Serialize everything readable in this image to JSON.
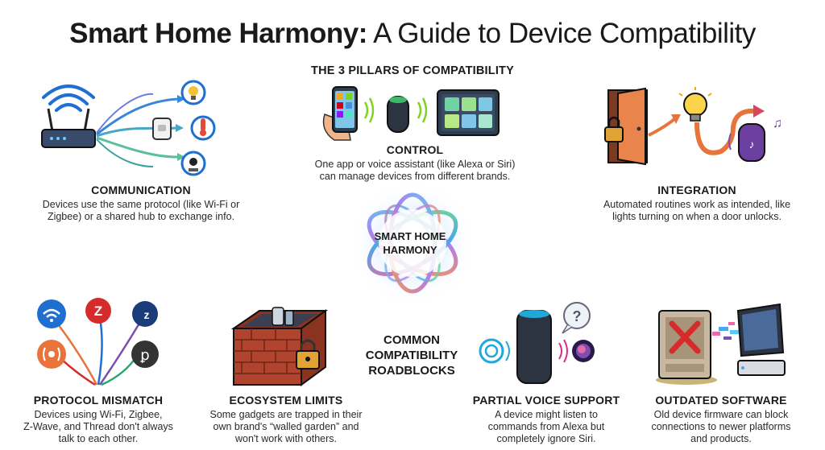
{
  "title": {
    "bold": "Smart Home Harmony:",
    "rest": " A Guide to Device Compatibility"
  },
  "pillars_heading": "THE 3 PILLARS OF COMPATIBILITY",
  "pillars": [
    {
      "name": "COMMUNICATION",
      "lines": [
        "Devices use the same protocol (like Wi-Fi or",
        "Zigbee) or a shared hub to exchange info."
      ],
      "icon": "router-network-icon"
    },
    {
      "name": "CONTROL",
      "lines": [
        "One app or voice assistant (like Alexa or Siri)",
        "can manage devices from different brands."
      ],
      "icon": "phone-speaker-icon"
    },
    {
      "name": "INTEGRATION",
      "lines": [
        "Automated routines work as intended, like",
        "lights turning on when a door unlocks."
      ],
      "icon": "door-bulb-speaker-icon"
    }
  ],
  "center": {
    "line1": "SMART HOME",
    "line2": "HARMONY"
  },
  "roadblocks_heading": {
    "line1": "COMMON",
    "line2": "COMPATIBILITY",
    "line3": "ROADBLOCKS"
  },
  "roadblocks": [
    {
      "name": "PROTOCOL MISMATCH",
      "lines": [
        "Devices using Wi-Fi, Zigbee,",
        "Z-Wave, and Thread don't always",
        "talk to each other."
      ],
      "icon": "protocol-icons"
    },
    {
      "name": "ECOSYSTEM LIMITS",
      "lines": [
        "Some gadgets are trapped in their",
        "own brand's “walled garden” and",
        "won't work with others."
      ],
      "icon": "walled-garden-icon"
    },
    {
      "name": "PARTIAL VOICE SUPPORT",
      "lines": [
        "A device might listen to",
        "commands from Alexa but",
        "completely ignore Siri."
      ],
      "icon": "smart-speaker-icon"
    },
    {
      "name": "OUTDATED SOFTWARE",
      "lines": [
        "Old device firmware can block",
        "connections to newer platforms",
        "and products."
      ],
      "icon": "outdated-device-icon"
    }
  ],
  "colors": {
    "wifi": "#1f6fd1",
    "zigbee": "#d62b2b",
    "zwave": "#1a3d7a",
    "thread": "#333333",
    "brick": "#b0442f",
    "orange": "#e8743b",
    "purple": "#7a4fb0"
  }
}
